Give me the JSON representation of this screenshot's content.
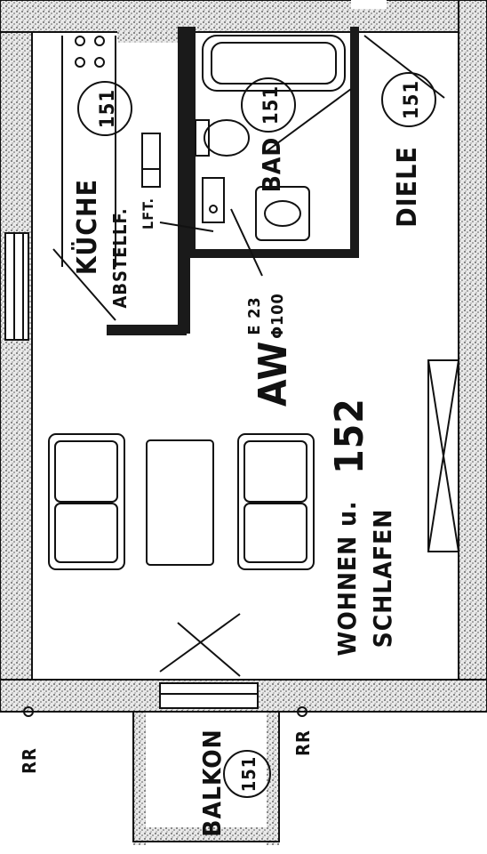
{
  "rooms": {
    "kitchen": "KÜCHE",
    "storage": "ABSTELLF.",
    "bath": "BAD",
    "hall": "DIELE",
    "living_line1": "WOHNEN u.",
    "living_line2": "SCHLAFEN",
    "balcony": "BALKON"
  },
  "unit": {
    "type": "AW",
    "number": "152"
  },
  "tags": {
    "kitchen": "151",
    "bath": "151",
    "hall": "151",
    "balcony": "151"
  },
  "annotations": {
    "lft": "LFT.",
    "pipe_code": "E 23",
    "pipe_dim": "Φ100",
    "rr_left": "RR",
    "rr_right": "RR"
  }
}
